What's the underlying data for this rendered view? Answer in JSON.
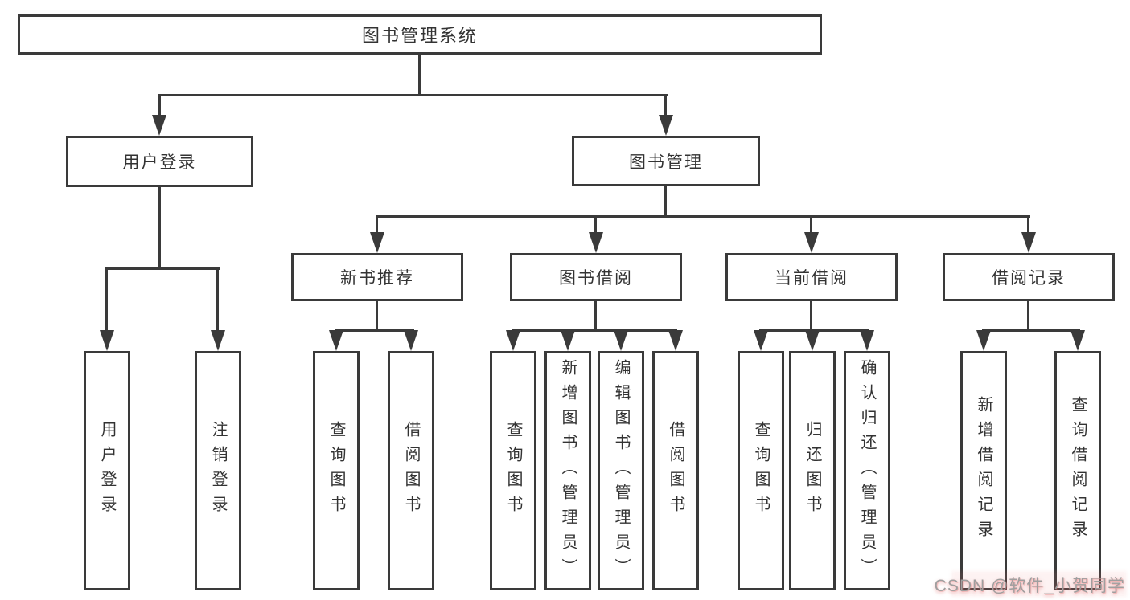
{
  "diagram": {
    "root": {
      "label": "图书管理系统"
    },
    "user_login": {
      "label": "用户登录",
      "children": [
        "用户登录",
        "注销登录"
      ]
    },
    "book_mgmt": {
      "label": "图书管理",
      "sections": [
        {
          "label": "新书推荐",
          "children": [
            "查询图书",
            "借阅图书"
          ]
        },
        {
          "label": "图书借阅",
          "children": [
            "查询图书",
            "新增图书（管理员）",
            "编辑图书（管理员）",
            "借阅图书"
          ]
        },
        {
          "label": "当前借阅",
          "children": [
            "查询图书",
            "归还图书",
            "确认归还（管理员）"
          ]
        },
        {
          "label": "借阅记录",
          "children": [
            "新增借阅记录",
            "查询借阅记录"
          ]
        }
      ]
    }
  },
  "watermark": {
    "text": "CSDN @软件_小贺同学"
  },
  "colors": {
    "line": "#3a3a3a",
    "text": "#333333",
    "background": "#ffffff",
    "watermark_text": "#9f9f9f",
    "watermark_glow": "#de5e5e"
  }
}
